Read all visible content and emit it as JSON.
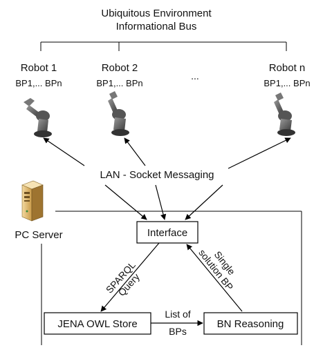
{
  "bus": {
    "title_line1": "Ubiquitous Environment",
    "title_line2": "Informational Bus"
  },
  "robots": [
    {
      "name": "Robot 1",
      "bps": "BP1,... BPn"
    },
    {
      "name": "Robot 2",
      "bps": "BP1,... BPn"
    },
    {
      "name": "Robot n",
      "bps": "BP1,... BPn"
    }
  ],
  "ellipsis": "...",
  "lan_label": "LAN - Socket Messaging",
  "server": {
    "label": "PC Server"
  },
  "interface": {
    "label": "Interface"
  },
  "jena": {
    "label": "JENA OWL Store"
  },
  "bn": {
    "label": "BN Reasoning"
  },
  "edges": {
    "sparql_line1": "SPARQL",
    "sparql_line2": "Query",
    "single_line1": "Single",
    "single_line2": "solution BP",
    "list_line1": "List of",
    "list_line2": "BPs"
  },
  "colors": {
    "robot_body": "#4a4a4a",
    "robot_highlight": "#8a8a8a",
    "server_case": "#e8c27a",
    "server_dark": "#b48a3c",
    "line": "#000000"
  }
}
